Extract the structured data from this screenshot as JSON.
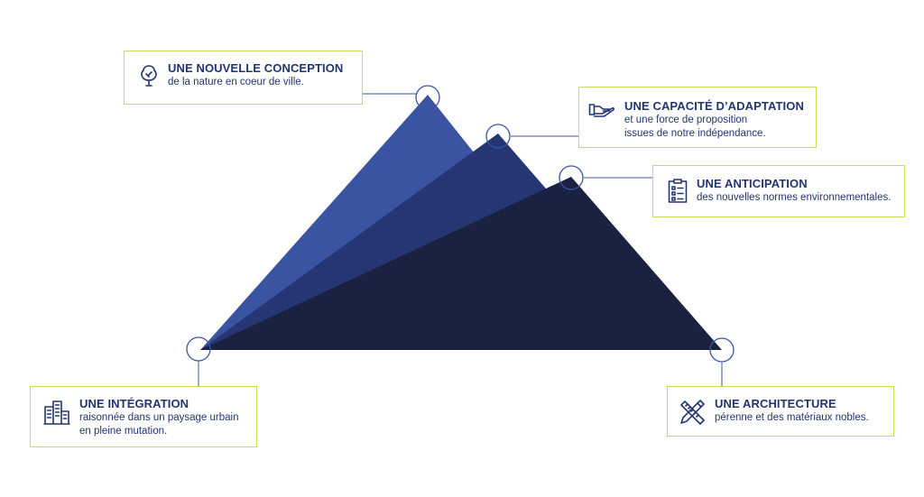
{
  "colors": {
    "accent": "#c9de5a",
    "navy": "#233470",
    "peak_light": "#3a54a2",
    "peak_mid": "#263573",
    "peak_dark": "#1b2140"
  },
  "cards": [
    {
      "id": "conception",
      "icon": "tree-icon",
      "title": "UNE NOUVELLE CONCEPTION",
      "text": "de la nature en coeur de ville."
    },
    {
      "id": "adaptation",
      "icon": "hand-icon",
      "title": "UNE CAPACITÉ D’ADAPTATION",
      "text": "et une force de proposition\nissues de notre indépendance."
    },
    {
      "id": "anticipation",
      "icon": "checklist-icon",
      "title": "UNE ANTICIPATION",
      "text": "des nouvelles normes environnementales."
    },
    {
      "id": "integration",
      "icon": "buildings-icon",
      "title": "UNE INTÉGRATION",
      "text": "raisonnée dans un paysage urbain\nen pleine mutation."
    },
    {
      "id": "architecture",
      "icon": "ruler-pencil-icon",
      "title": "UNE ARCHITECTURE",
      "text": "pérenne et des matériaux nobles."
    }
  ]
}
